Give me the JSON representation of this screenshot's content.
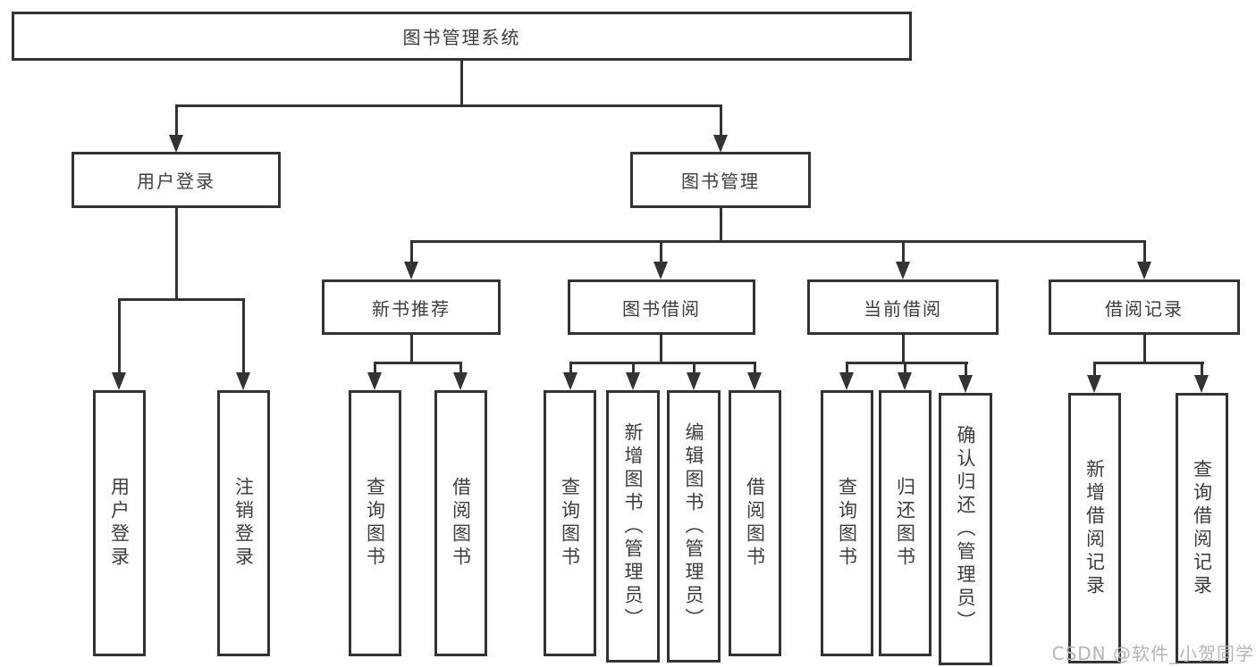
{
  "nodes": {
    "root": {
      "label": "图书管理系统"
    },
    "level2": [
      {
        "label": "用户登录"
      },
      {
        "label": "图书管理"
      }
    ],
    "level3": [
      {
        "label": "新书推荐"
      },
      {
        "label": "图书借阅"
      },
      {
        "label": "当前借阅"
      },
      {
        "label": "借阅记录"
      }
    ],
    "leaves": {
      "user_login": [
        {
          "label": "用户登录"
        },
        {
          "label": "注销登录"
        }
      ],
      "new_book": [
        {
          "label": "查询图书"
        },
        {
          "label": "借阅图书"
        }
      ],
      "book_borrow": [
        {
          "label": "查询图书"
        },
        {
          "label": "新增图书（管理员）"
        },
        {
          "label": "编辑图书（管理员）"
        },
        {
          "label": "借阅图书"
        }
      ],
      "current_borrow": [
        {
          "label": "查询图书"
        },
        {
          "label": "归还图书"
        },
        {
          "label": "确认归还（管理员）"
        }
      ],
      "records": [
        {
          "label": "新增借阅记录"
        },
        {
          "label": "查询借阅记录"
        }
      ]
    }
  },
  "watermark": "CSDN @软件_小贺同学",
  "colors": {
    "line": "#333333",
    "text": "#3d3d3d",
    "watermark": "#b5b5b5",
    "background": "#ffffff"
  }
}
